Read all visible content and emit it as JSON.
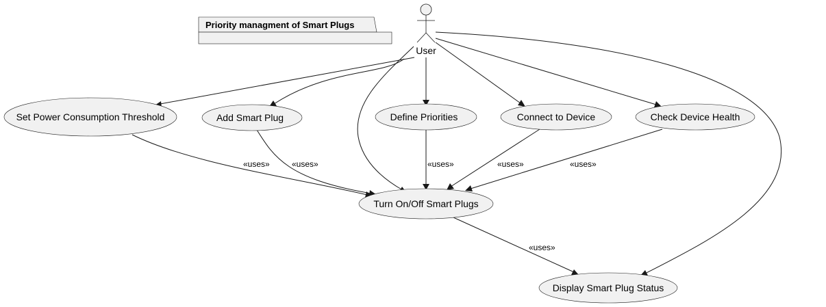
{
  "colors": {
    "fill": "#f1f1f1",
    "stroke": "#181818",
    "background": "#ffffff"
  },
  "package": {
    "title": "Priority managment of Smart Plugs"
  },
  "actor": {
    "label": "User"
  },
  "use_cases": {
    "set_power_threshold": "Set Power Consumption Threshold",
    "add_smart_plug": "Add Smart Plug",
    "define_priorities": "Define Priorities",
    "connect_device": "Connect to Device",
    "check_device_health": "Check Device Health",
    "turn_on_off": "Turn On/Off Smart Plugs",
    "display_status": "Display Smart Plug Status"
  },
  "relations": {
    "uses_label": "«uses»"
  }
}
